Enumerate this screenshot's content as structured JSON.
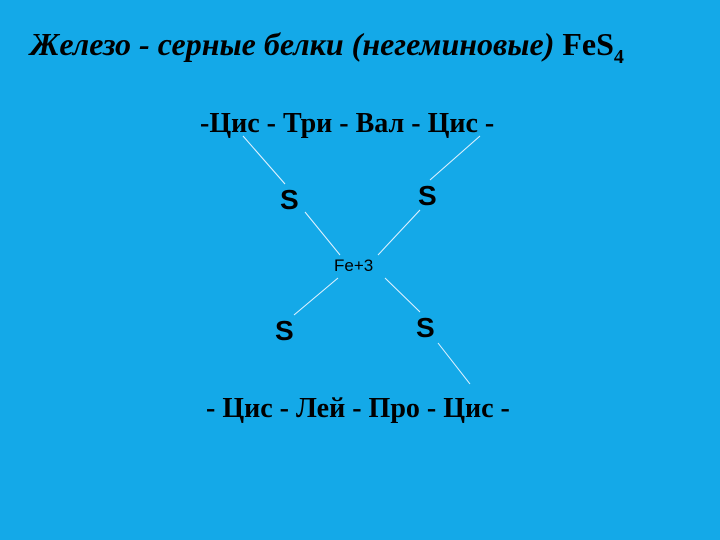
{
  "title": {
    "main": "Железо - серные белки (негеминовые) ",
    "formula_base": "FeS",
    "formula_sub": "4"
  },
  "chain_top": "-Цис - Три - Вал - Цис -",
  "chain_bottom": "- Цис - Лей - Про - Цис -",
  "sulfur_atoms": [
    "S",
    "S",
    "S",
    "S"
  ],
  "center_ion": "Fe+3",
  "colors": {
    "background": "#14a9e8",
    "bond_lines": "#e6f4ff",
    "text": "#000000"
  }
}
